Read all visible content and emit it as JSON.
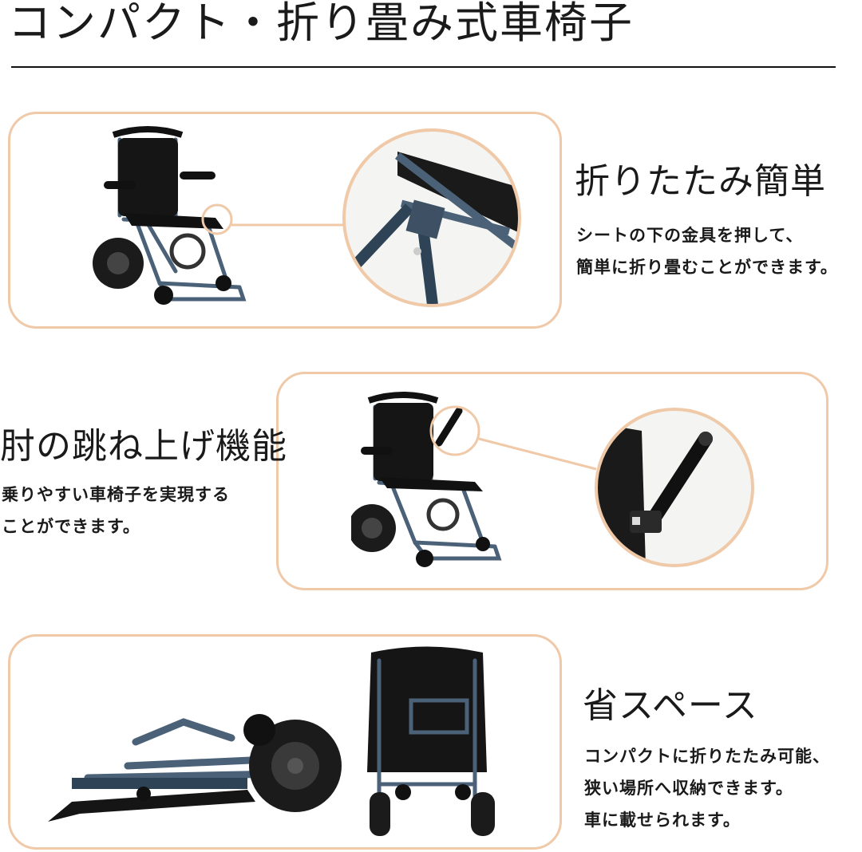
{
  "page": {
    "title": "コンパクト・折り畳み式車椅子"
  },
  "features": [
    {
      "heading": "折りたたみ簡単",
      "description": [
        "シートの下の金具を押して、",
        "簡単に折り畳むことができます。"
      ]
    },
    {
      "heading": "肘の跳ね上げ機能",
      "description": [
        "乗りやすい車椅子を実現する",
        "ことができます。"
      ]
    },
    {
      "heading": "省スペース",
      "description": [
        "コンパクトに折りたたみ可能、",
        "狭い場所へ収納できます。",
        "車に載せられます。"
      ]
    }
  ],
  "colors": {
    "panel_border": "#efc9a8",
    "frame": "#4a6178",
    "seat": "#111111",
    "text": "#1a1a1a"
  }
}
